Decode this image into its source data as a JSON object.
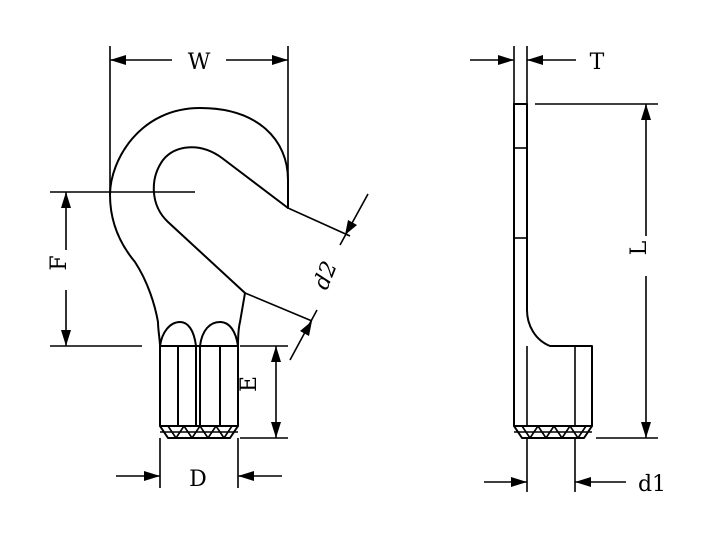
{
  "dimensions": {
    "W": "W",
    "T": "T",
    "F": "F",
    "d2": "d2",
    "L": "L",
    "E": "E",
    "D": "D",
    "d1": "d1"
  },
  "colors": {
    "line": "#000000",
    "background": "#ffffff"
  }
}
